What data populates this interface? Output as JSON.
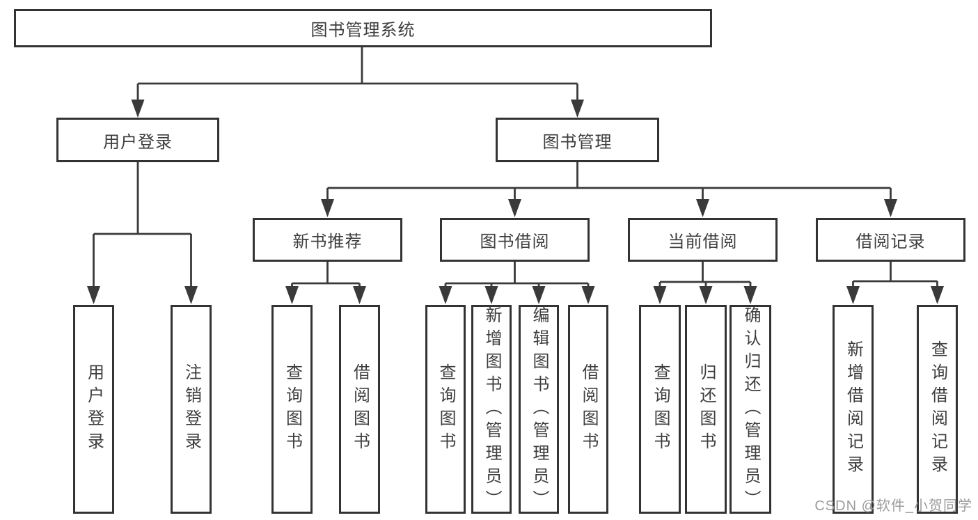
{
  "tree": {
    "label": "图书管理系统",
    "children": [
      {
        "label": "用户登录",
        "children": [
          {
            "label": "用户登录"
          },
          {
            "label": "注销登录"
          }
        ]
      },
      {
        "label": "图书管理",
        "children": [
          {
            "label": "新书推荐",
            "children": [
              {
                "label": "查询图书"
              },
              {
                "label": "借阅图书"
              }
            ]
          },
          {
            "label": "图书借阅",
            "children": [
              {
                "label": "查询图书"
              },
              {
                "label": "新增图书（管理员）"
              },
              {
                "label": "编辑图书（管理员）"
              },
              {
                "label": "借阅图书"
              }
            ]
          },
          {
            "label": "当前借阅",
            "children": [
              {
                "label": "查询图书"
              },
              {
                "label": "归还图书"
              },
              {
                "label": "确认归还（管理员）"
              }
            ]
          },
          {
            "label": "借阅记录",
            "children": [
              {
                "label": "新增借阅记录"
              },
              {
                "label": "查询借阅记录"
              }
            ]
          }
        ]
      }
    ]
  },
  "watermark": {
    "text": "CSDN @软件_小贺同学"
  },
  "colors": {
    "line": "#3a3a3a",
    "box_border": "#333333",
    "box_fill": "#ffffff",
    "text": "#3d3d3d",
    "watermark": "#9c9c9c",
    "background": "#ffffff"
  }
}
